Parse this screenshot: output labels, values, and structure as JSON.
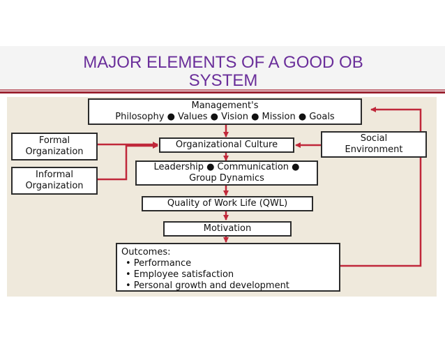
{
  "slide": {
    "title_line1": "MAJOR ELEMENTS OF A GOOD OB",
    "title_line2": "SYSTEM"
  },
  "diagram": {
    "management": {
      "line1": "Management's",
      "line2": "Philosophy ● Values ● Vision ● Mission ● Goals"
    },
    "formal_org": {
      "line1": "Formal",
      "line2": "Organization"
    },
    "informal_org": {
      "line1": "Informal",
      "line2": "Organization"
    },
    "culture": "Organizational Culture",
    "social_env": {
      "line1": "Social",
      "line2": "Environment"
    },
    "leadership": {
      "line1": "Leadership ● Communication ●",
      "line2": "Group Dynamics"
    },
    "qwl": "Quality of Work Life (QWL)",
    "motivation": "Motivation",
    "outcomes": {
      "heading": "Outcomes:",
      "items": [
        "• Performance",
        "• Employee satisfaction",
        "• Personal growth and development"
      ]
    },
    "colors": {
      "arrow": "#c0283a",
      "panel": "#efe9dc",
      "title": "#6a2e9a"
    }
  }
}
